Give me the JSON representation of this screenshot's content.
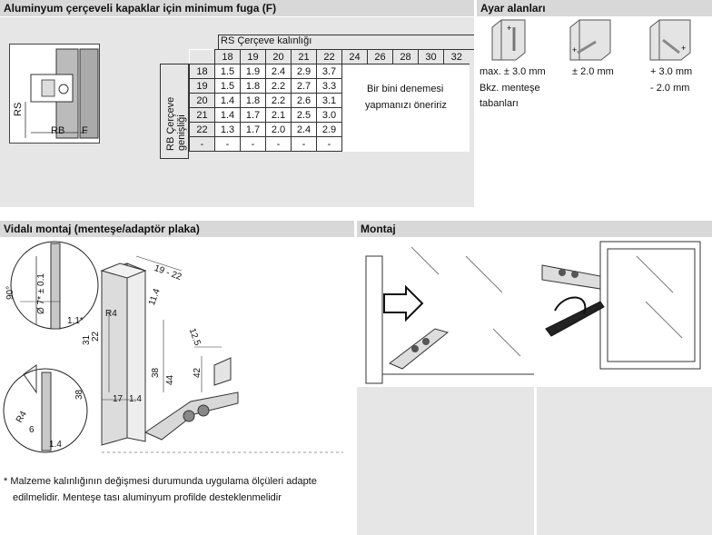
{
  "panels": {
    "fuga_title": "Aluminyum çerçeveli kapaklar için minimum fuga (F)",
    "ayar_title": "Ayar alanları",
    "vidali_title": "Vidalı montaj (menteşe/adaptör plaka)",
    "montaj_title": "Montaj"
  },
  "fuga_table": {
    "rs_header": "RS Çerçeve kalınlığı",
    "rb_header": "RB Çerçeve genişliği",
    "rs_values": [
      "18",
      "19",
      "20",
      "21",
      "22",
      "24",
      "26",
      "28",
      "30",
      "32"
    ],
    "rows": [
      {
        "rb": "18",
        "cells": [
          "1.5",
          "1.9",
          "2.4",
          "2.9",
          "3.7"
        ]
      },
      {
        "rb": "19",
        "cells": [
          "1.5",
          "1.8",
          "2.2",
          "2.7",
          "3.3"
        ]
      },
      {
        "rb": "20",
        "cells": [
          "1.4",
          "1.8",
          "2.2",
          "2.6",
          "3.1"
        ]
      },
      {
        "rb": "21",
        "cells": [
          "1.4",
          "1.7",
          "2.1",
          "2.5",
          "3.0"
        ]
      },
      {
        "rb": "22",
        "cells": [
          "1.3",
          "1.7",
          "2.0",
          "2.4",
          "2.9"
        ]
      },
      {
        "rb": "-",
        "cells": [
          "-",
          "-",
          "-",
          "-",
          "-"
        ]
      }
    ],
    "note_line1": "Bir bini denemesi",
    "note_line2": "yapmanızı öneririz"
  },
  "fuga_diagram": {
    "label_rs": "RS",
    "label_rb": "RB",
    "label_f": "F"
  },
  "ayar": {
    "v1": "max. ± 3.0 mm",
    "v2": "± 2.0 mm",
    "v3a": "+ 3.0 mm",
    "v3b": "- 2.0 mm",
    "sub1": "Bkz. menteşe",
    "sub2": "tabanları"
  },
  "vidali_dims": {
    "d1": "90°",
    "d2": "Ø 7* ± 0.1",
    "d3": "1.1*",
    "d4": "19 - 22",
    "d5": "11.4",
    "d6": "R4",
    "d7": "31",
    "d8": "22",
    "d9": "38",
    "d10": "44",
    "d11": "12.5",
    "d12": "42",
    "d13": "17",
    "d14": "1.4",
    "d15": "38",
    "d16": "R4",
    "d17": "6",
    "d18": "1.4"
  },
  "footnote": {
    "line1": "* Malzeme kalınlığının değişmesi durumunda uygulama ölçüleri adapte",
    "line2": "edilmelidir. Menteşe tası aluminyum profilde desteklenmelidir"
  }
}
